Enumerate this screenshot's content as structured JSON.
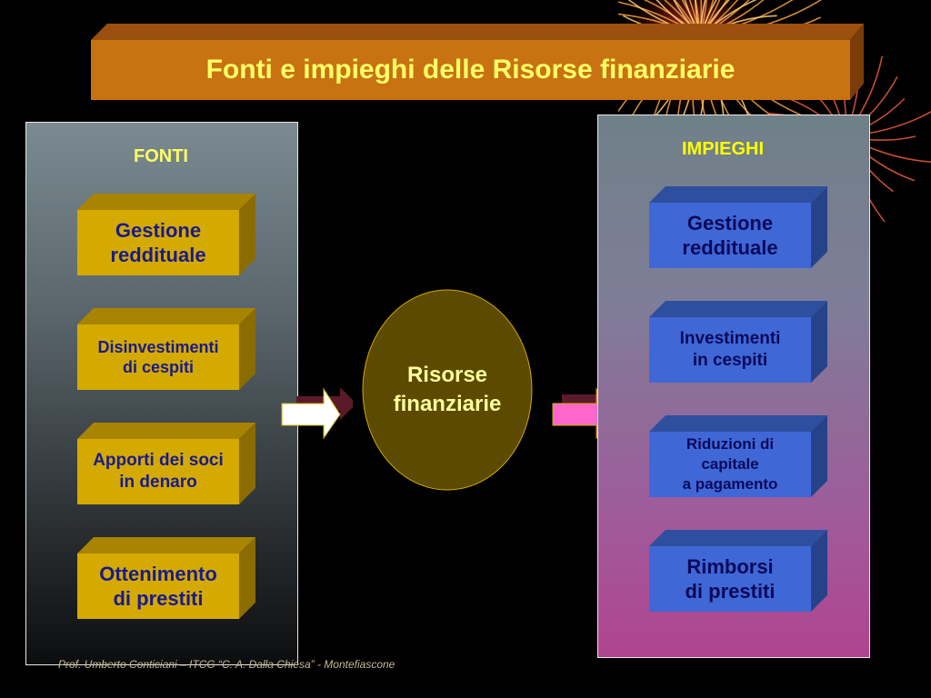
{
  "title": "Fonti e impieghi delle Risorse finanziarie",
  "colors": {
    "title_face": "#c87212",
    "fonti_box": "#d4aa00",
    "impieghi_box": "#3f67d6",
    "ellipse": "#5c4a00",
    "title_text": "#ffff66"
  },
  "fonti": {
    "heading": "FONTI",
    "items": [
      {
        "line1": "Gestione",
        "line2": "reddituale"
      },
      {
        "line1": "Disinvestimenti",
        "line2": "di cespiti"
      },
      {
        "line1": "Apporti dei soci",
        "line2": "in denaro"
      },
      {
        "line1": "Ottenimento",
        "line2": "di prestiti"
      }
    ]
  },
  "center": {
    "line1": "Risorse",
    "line2": "finanziarie"
  },
  "impieghi": {
    "heading": "IMPIEGHI",
    "items": [
      {
        "line1": "Gestione",
        "line2": "reddituale"
      },
      {
        "line1": "Investimenti",
        "line2": "in cespiti"
      },
      {
        "line1": "Riduzioni di",
        "line2": "capitale",
        "line3": "a pagamento"
      },
      {
        "line1": "Rimborsi",
        "line2": "di prestiti"
      }
    ]
  },
  "footer": "Prof. Umberto Conticiani – ITCG “C. A. Dalla Chiesa” - Montefiascone",
  "decoration": "fireworks"
}
